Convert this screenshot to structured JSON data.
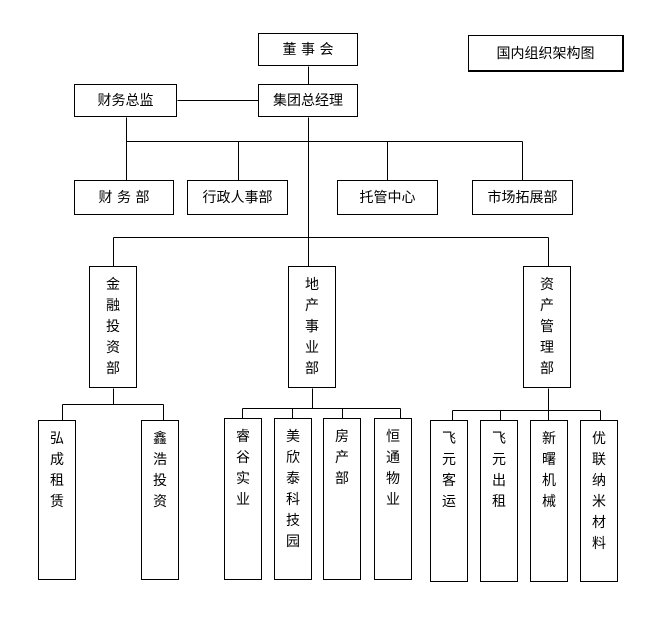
{
  "legend_label": "国内组织架构图",
  "levels": {
    "board": "董 事 会",
    "gm": "集团总经理",
    "cfo": "财务总监"
  },
  "departments": [
    "财 务 部",
    "行政人事部",
    "托管中心",
    "市场拓展部"
  ],
  "divisions": [
    "金融投资部",
    "地产事业部",
    "资产管理部"
  ],
  "units": {
    "finance_investment": [
      "弘成租赁",
      "鑫浩投资"
    ],
    "real_estate": [
      "睿谷实业",
      "美欣泰科技园",
      "房产部",
      "恒通物业"
    ],
    "asset_management": [
      "飞元客运",
      "飞元出租",
      "新曙机械",
      "优联纳米材料"
    ]
  }
}
